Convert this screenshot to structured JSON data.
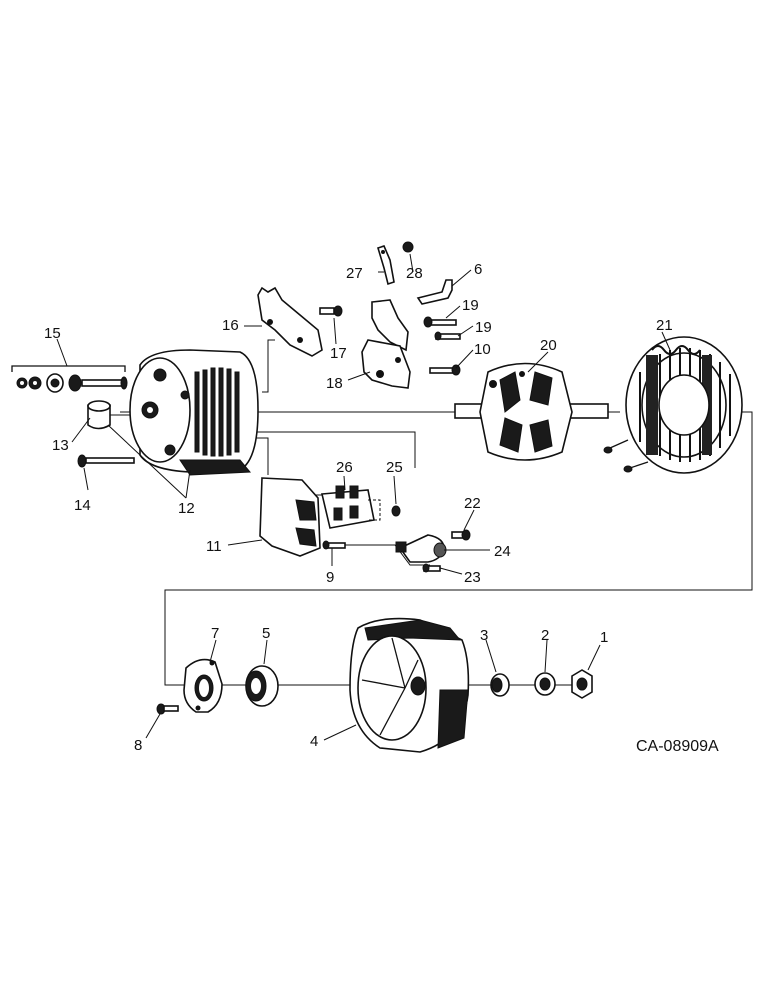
{
  "diagram": {
    "code": "CA-08909A",
    "callouts": [
      "1",
      "2",
      "3",
      "4",
      "5",
      "6",
      "7",
      "8",
      "9",
      "10",
      "11",
      "12",
      "13",
      "14",
      "15",
      "16",
      "17",
      "18",
      "19",
      "20",
      "21",
      "22",
      "23",
      "24",
      "25",
      "26",
      "27",
      "28"
    ]
  }
}
